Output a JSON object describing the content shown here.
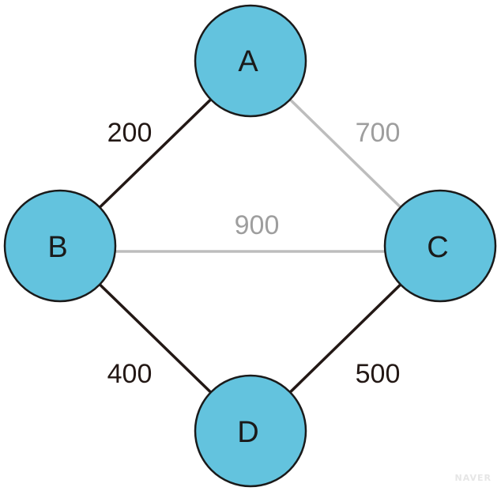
{
  "graph": {
    "nodes": [
      {
        "id": "A",
        "label": "A"
      },
      {
        "id": "B",
        "label": "B"
      },
      {
        "id": "C",
        "label": "C"
      },
      {
        "id": "D",
        "label": "D"
      }
    ],
    "edges": [
      {
        "from": "A",
        "to": "B",
        "weight": "200",
        "style": "highlighted"
      },
      {
        "from": "A",
        "to": "C",
        "weight": "700",
        "style": "faded"
      },
      {
        "from": "B",
        "to": "C",
        "weight": "900",
        "style": "faded"
      },
      {
        "from": "B",
        "to": "D",
        "weight": "400",
        "style": "highlighted"
      },
      {
        "from": "C",
        "to": "D",
        "weight": "500",
        "style": "highlighted"
      }
    ]
  },
  "colors": {
    "node_fill": "#63C3DE",
    "node_stroke": "#1a1a1a",
    "edge_highlighted": "#231815",
    "edge_faded": "#BDBDBD",
    "label_highlighted": "#231815",
    "label_faded": "#9E9E9E",
    "watermark": "#E6E6E6"
  },
  "watermark": "NAVER"
}
